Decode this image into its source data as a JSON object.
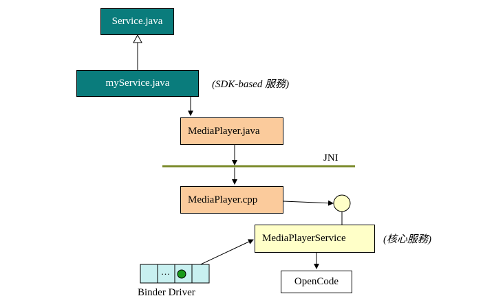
{
  "nodes": {
    "service_java": "Service.java",
    "myservice_java": "myService.java",
    "mediaplayer_java": "MediaPlayer.java",
    "mediaplayer_cpp": "MediaPlayer.cpp",
    "mediaplayer_service": "MediaPlayerService",
    "opencode": "OpenCode"
  },
  "labels": {
    "sdk_based": "(SDK-based 服務)",
    "core_service": "(核心服務)",
    "jni": "JNI",
    "binder_driver": "Binder Driver",
    "binder_dots": "…"
  },
  "colors": {
    "teal": "#0a7c7c",
    "orange": "#fbcb9c",
    "yellow": "#ffffc8",
    "binder": "#c8f0f0",
    "jni_line": "#7a8a2a",
    "dot_green": "#1a9a1a"
  }
}
